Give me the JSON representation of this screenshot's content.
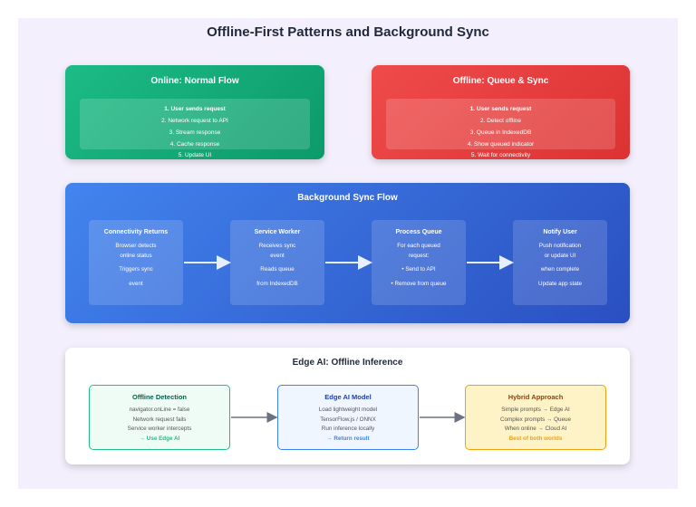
{
  "title": "Offline-First Patterns and Background Sync",
  "online": {
    "title": "Online: Normal Flow",
    "steps": [
      "1. User sends request",
      "2. Network request to API",
      "3. Stream response",
      "4. Cache response",
      "5. Update UI"
    ]
  },
  "offline": {
    "title": "Offline: Queue & Sync",
    "steps": [
      "1. User sends request",
      "2. Detect offline",
      "3. Queue in IndexedDB",
      "4. Show queued indicator",
      "5. Wait for connectivity"
    ]
  },
  "sync": {
    "title": "Background Sync Flow",
    "boxes": [
      {
        "title": "Connectivity Returns",
        "lines": [
          "Browser detects",
          "online status",
          "Triggers sync",
          "event"
        ]
      },
      {
        "title": "Service Worker",
        "lines": [
          "Receives sync",
          "event",
          "Reads queue",
          "from IndexedDB"
        ]
      },
      {
        "title": "Process Queue",
        "lines": [
          "For each queued",
          "request:",
          "• Send to API",
          "• Remove from queue"
        ]
      },
      {
        "title": "Notify User",
        "lines": [
          "Push notification",
          "or update UI",
          "when complete",
          "Update app state"
        ]
      }
    ]
  },
  "edge": {
    "title": "Edge AI: Offline Inference",
    "boxes": [
      {
        "title": "Offline Detection",
        "lines": [
          "navigator.onLine = false",
          "Network request fails",
          "Service worker intercepts"
        ],
        "highlight": "→ Use Edge AI",
        "color": "#1fbf83"
      },
      {
        "title": "Edge AI Model",
        "lines": [
          "Load lightweight model",
          "TensorFlow.js / ONNX",
          "Run inference locally"
        ],
        "highlight": "→ Return result",
        "color": "#3b82f6"
      },
      {
        "title": "Hybrid Approach",
        "lines": [
          "Simple prompts → Edge AI",
          "Complex prompts → Queue",
          "When online → Cloud AI"
        ],
        "highlight": "Best of both worlds",
        "color": "#f59e0b"
      }
    ]
  }
}
